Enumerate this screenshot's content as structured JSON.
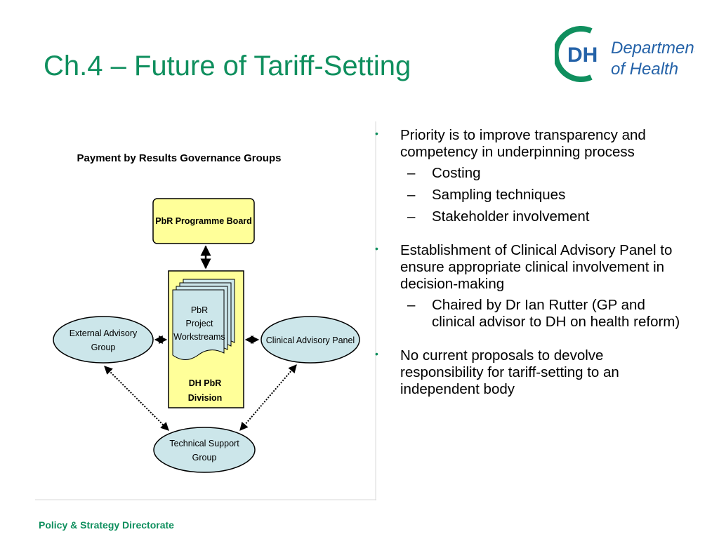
{
  "slide": {
    "title": "Ch.4 – Future of Tariff-Setting",
    "footer": "Policy & Strategy Directorate"
  },
  "logo": {
    "mark": "DH",
    "line1": "Department",
    "line2": "of Health",
    "colors": {
      "green": "#0f8f5e",
      "blue": "#2462a8"
    }
  },
  "diagram": {
    "title": "Payment by Results Governance Groups",
    "nodes": {
      "board": "PbR Programme Board",
      "workstreams": [
        "PbR",
        "Project",
        "Workstreams"
      ],
      "division": [
        "DH PbR",
        "Division"
      ],
      "external": [
        "External Advisory",
        "Group"
      ],
      "clinical": "Clinical Advisory Panel",
      "technical": [
        "Technical Support",
        "Group"
      ]
    },
    "colors": {
      "yellow": "#ffff99",
      "light_blue": "#cce6ea",
      "outline": "#000000"
    }
  },
  "bullets": [
    {
      "text": "Priority is to improve transparency and competency in underpinning process",
      "subs": [
        "Costing",
        "Sampling techniques",
        "Stakeholder involvement"
      ]
    },
    {
      "text": "Establishment of Clinical Advisory Panel to ensure appropriate clinical involvement in decision-making",
      "subs": [
        "Chaired by Dr Ian Rutter (GP and clinical advisor to DH on health reform)"
      ]
    },
    {
      "text": "No current proposals to devolve responsibility for tariff-setting to an independent body",
      "subs": []
    }
  ],
  "glyphs": {
    "bullet": "•",
    "dash": "–"
  },
  "theme": {
    "accent": "#0f8f5e"
  }
}
